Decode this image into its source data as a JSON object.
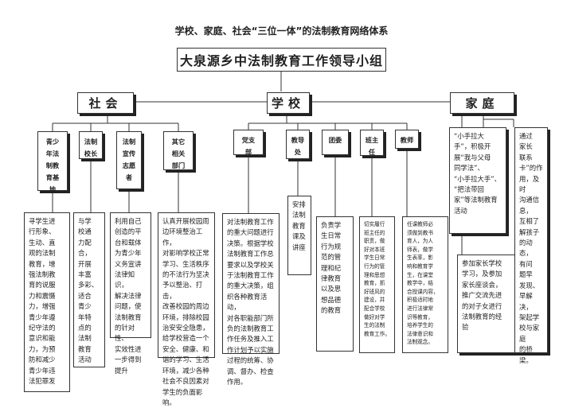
{
  "title": "学校、家庭、社会“三位一体”的法制教育网络体系",
  "leadership": "大泉源乡中法制教育工作领导小组",
  "main": {
    "society": "社会",
    "school": "学校",
    "family": "家庭"
  },
  "society_groups": [
    {
      "category": "青少\n年法\n制教\n育基\n地",
      "description": "寻学生进\n行形象、\n生动、直\n观的法制\n教育，增\n强法制教\n育的说服\n力和震慑\n力，增强\n青少年遵\n纪守法的\n意识和能\n力，为预\n防和减少\n青少年违\n法犯罪发"
    },
    {
      "category": "法制\n校长",
      "description": "与学\n校通\n力配\n合，\n开展\n丰富\n多彩、\n适合\n青少\n年特\n点的\n法制\n教育\n活动"
    },
    {
      "category": "法制\n宣传\n志愿\n者",
      "description": "利用自己\n创造的平\n台和载体\n为青少年\n义务宣讲\n法律知识，\n解决法律\n问题，使\n法制教育\n的针对性、\n实效性进\n一步得到\n提升"
    },
    {
      "category": "其它\n相关\n部门",
      "description": "认真开展校园周\n边环境整治工作，\n对影响学校正常\n学习、生活秩序\n的不法行为坚决\n予以整治、打击，\n改善校园的周边\n环境，排除校园\n治安安全隐患，\n给学校营造一个\n安全、健康、和\n谐的学习、生活\n环境，减少各种\n社会不良因素对\n学生的负面影响。"
    }
  ],
  "school_groups": [
    {
      "category": "党支\n部",
      "description": "对法制教育工作\n的重大问题进行\n决策。根据学校\n法制教育工作总\n要求以及学校关\n于法制教育工作\n的重大决策，组\n织各种教育活动，\n对各职能部门所\n负的法制教育工\n作任务及推入工\n作计划予以实施\n过程的统筹、协\n调、督办、检查\n作用。"
    },
    {
      "category": "教导\n处",
      "description": "安排\n法制\n教育\n课及\n讲座"
    },
    {
      "category": "团委",
      "description": "负责学\n生日常\n行为规\n范的管\n理和纪\n律教育\n以及思\n想品德\n的教育"
    },
    {
      "category": "班主\n任",
      "description": "切实履行\n班主任的\n职责，做\n好对本班\n学生日常\n行为的管\n理和思想\n教育，抓\n好班风的\n建设，并\n配合学校\n做好对学\n生的法制\n教育工作。"
    },
    {
      "category": "教师",
      "description": "任课教师必\n须做到教书\n育人，为人\n师表，做学\n生表率，影\n响和教育学\n生，在课堂\n教学中，结\n合授课内容，\n积极适时地\n进行法律常\n识等教育，\n培养学生的\n法律意识和\n法制观念。"
    }
  ],
  "family_groups": [
    {
      "description": "“小手拉大\n手”，积极开\n展“我与父母\n同学法”、\n“小手拉大手”、\n“把法带回\n家”等法制教育\n活动"
    },
    {
      "description": "参加家长学校\n学习，及参加\n家长座谈会，\n推广交流先进\n的对子女进行\n法制教育的经\n验"
    },
    {
      "description": "通过\n家长\n联系\n卡”的作\n用，及时\n沟通信息，\n互相了\n解孩子\n的动态，\n有问\n题早\n发现、\n早解决，\n架起学\n校与家庭\n的桥梁。"
    }
  ]
}
